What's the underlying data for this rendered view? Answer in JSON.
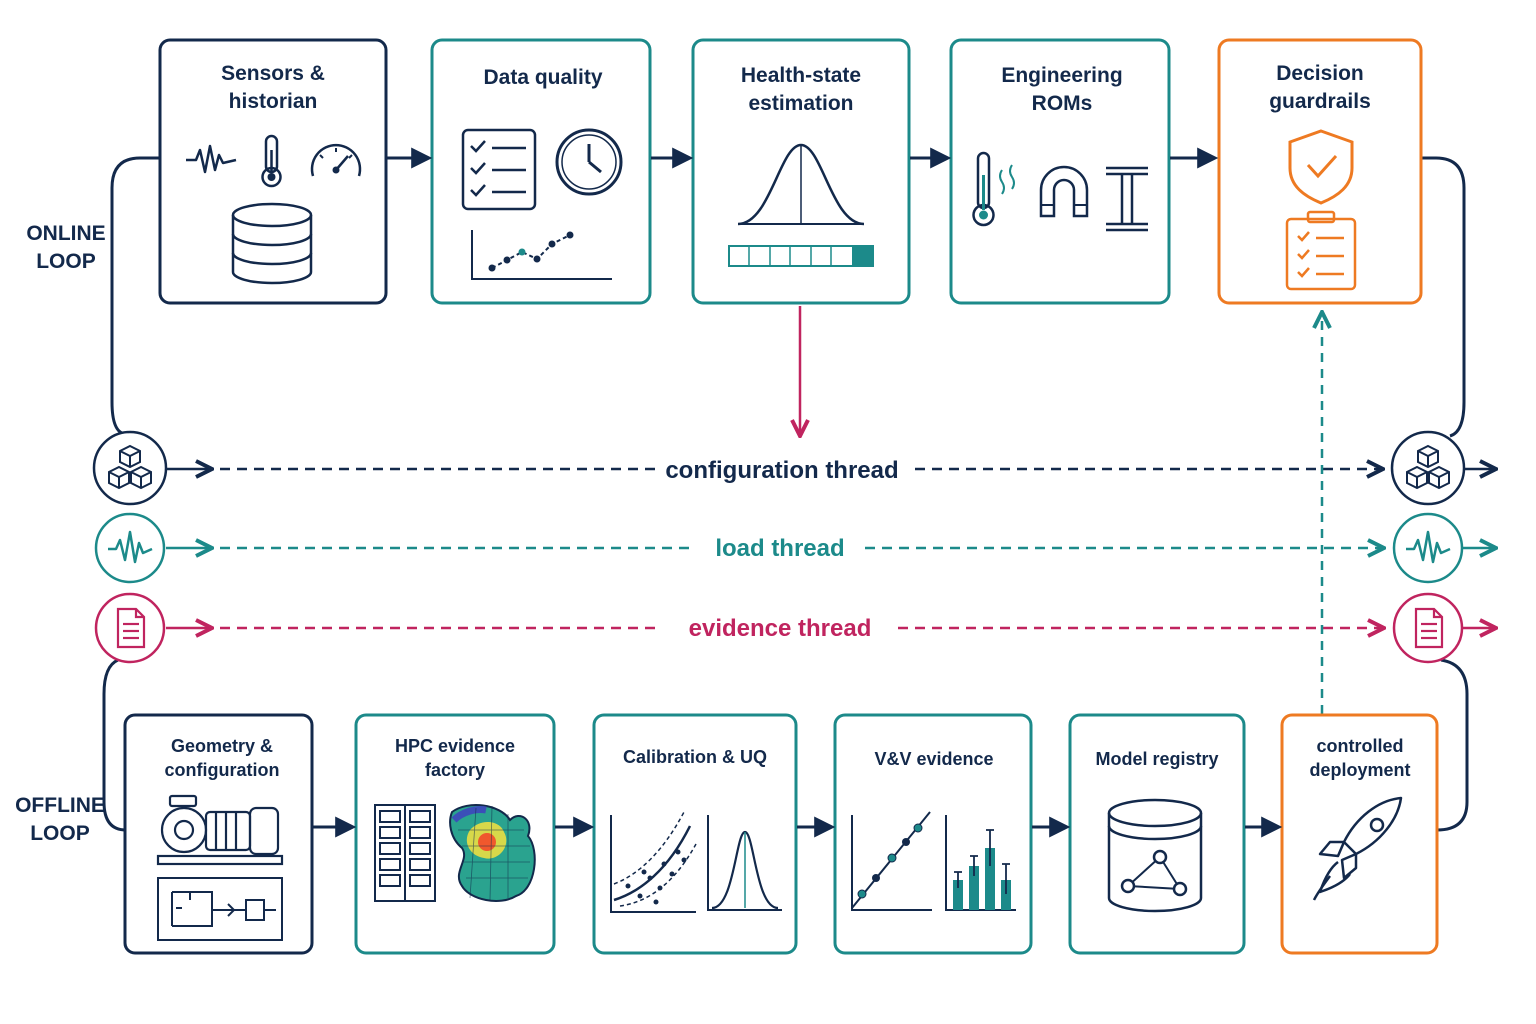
{
  "colors": {
    "navy": "#13294b",
    "teal": "#1c8a8a",
    "magenta": "#c0245f",
    "orange": "#ee7a22"
  },
  "online_loop": {
    "label_line1": "ONLINE",
    "label_line2": "LOOP",
    "boxes": [
      {
        "line1": "Sensors &",
        "line2": "historian",
        "icons": [
          "waveform-icon",
          "thermometer-icon",
          "gauge-icon",
          "database-icon"
        ]
      },
      {
        "line1": "Data quality",
        "line2": "",
        "icons": [
          "checklist-icon",
          "clock-icon",
          "scatter-trend-icon"
        ]
      },
      {
        "line1": "Health-state",
        "line2": "estimation",
        "icons": [
          "bell-curve-icon",
          "progress-bar-icon"
        ]
      },
      {
        "line1": "Engineering",
        "line2": "ROMs",
        "icons": [
          "thermometer-heat-icon",
          "magnet-icon",
          "i-beam-icon"
        ]
      },
      {
        "line1": "Decision",
        "line2": "guardrails",
        "icons": [
          "shield-check-icon",
          "clipboard-checklist-icon"
        ]
      }
    ]
  },
  "threads": {
    "configuration": {
      "label": "configuration thread",
      "icon": "cubes-icon"
    },
    "load": {
      "label": "load thread",
      "icon": "waveform-icon"
    },
    "evidence": {
      "label": "evidence thread",
      "icon": "document-icon"
    }
  },
  "offline_loop": {
    "label_line1": "OFFLINE",
    "label_line2": "LOOP",
    "boxes": [
      {
        "line1": "Geometry &",
        "line2": "configuration",
        "icons": [
          "pump-icon",
          "schematic-icon"
        ]
      },
      {
        "line1": "HPC evidence",
        "line2": "factory",
        "icons": [
          "server-rack-icon",
          "fea-mesh-icon"
        ]
      },
      {
        "line1": "Calibration & UQ",
        "line2": "",
        "icons": [
          "calibration-band-icon",
          "bell-curve-icon"
        ]
      },
      {
        "line1": "V&V evidence",
        "line2": "",
        "icons": [
          "validation-scatter-icon",
          "bar-chart-icon"
        ]
      },
      {
        "line1": "Model registry",
        "line2": "",
        "icons": [
          "database-graph-icon"
        ]
      },
      {
        "line1": "controlled",
        "line2": "deployment",
        "icons": [
          "rocket-icon"
        ]
      }
    ]
  }
}
